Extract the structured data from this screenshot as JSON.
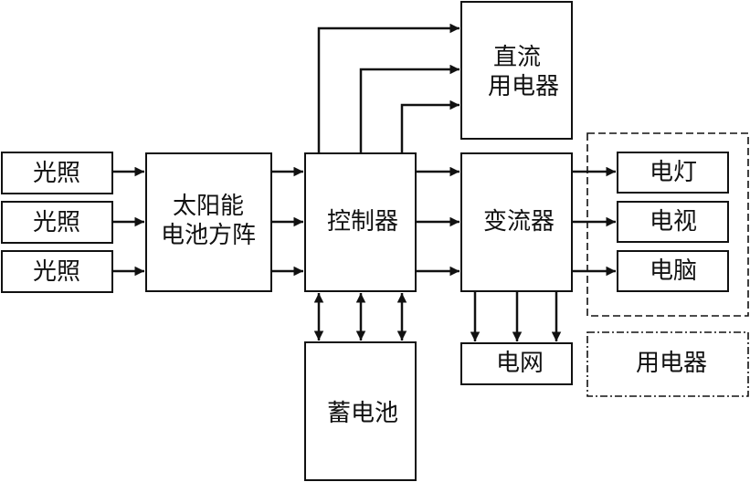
{
  "diagram": {
    "type": "block-diagram",
    "nodes": {
      "light1": "光照",
      "light2": "光照",
      "light3": "光照",
      "solar_array_line1": "太阳能",
      "solar_array_line2": "电池方阵",
      "controller": "控制器",
      "dc_load_line1": "直流",
      "dc_load_line2": "用电器",
      "inverter": "变流器",
      "lamp": "电灯",
      "tv": "电视",
      "computer": "电脑",
      "battery": "蓄电池",
      "grid": "电网",
      "loads_legend": "用电器"
    },
    "edges": [
      {
        "from": "light1",
        "to": "solar_array"
      },
      {
        "from": "light2",
        "to": "solar_array"
      },
      {
        "from": "light3",
        "to": "solar_array"
      },
      {
        "from": "solar_array",
        "to": "controller",
        "count": 3
      },
      {
        "from": "controller",
        "to": "dc_load",
        "count": 3
      },
      {
        "from": "controller",
        "to": "inverter",
        "count": 3
      },
      {
        "from": "controller",
        "to": "battery",
        "count": 3,
        "bidirectional": true
      },
      {
        "from": "inverter",
        "to": "lamp"
      },
      {
        "from": "inverter",
        "to": "tv"
      },
      {
        "from": "inverter",
        "to": "computer"
      },
      {
        "from": "inverter",
        "to": "grid",
        "count": 3
      }
    ]
  }
}
